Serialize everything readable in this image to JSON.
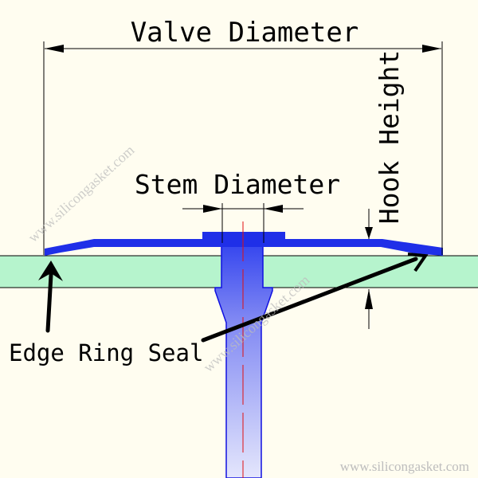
{
  "labels": {
    "valve_diameter": "Valve Diameter",
    "stem_diameter": "Stem Diameter",
    "hook_height": "Hook Height",
    "edge_ring_seal": "Edge Ring Seal"
  },
  "watermark": {
    "diagonal_1": "www.silicongasket.com",
    "diagonal_2": "www.silicongasket.com",
    "footer": "www.silicongasket.com"
  },
  "colors": {
    "background": "#fffdf0",
    "valve_blue": "#1f2fe8",
    "stem_gradient_top": "#3a4af0",
    "stem_gradient_bottom": "#e0e2fb",
    "plate_green": "#b6f4cd",
    "centerline_red": "#e01010",
    "line_black": "#000000"
  }
}
